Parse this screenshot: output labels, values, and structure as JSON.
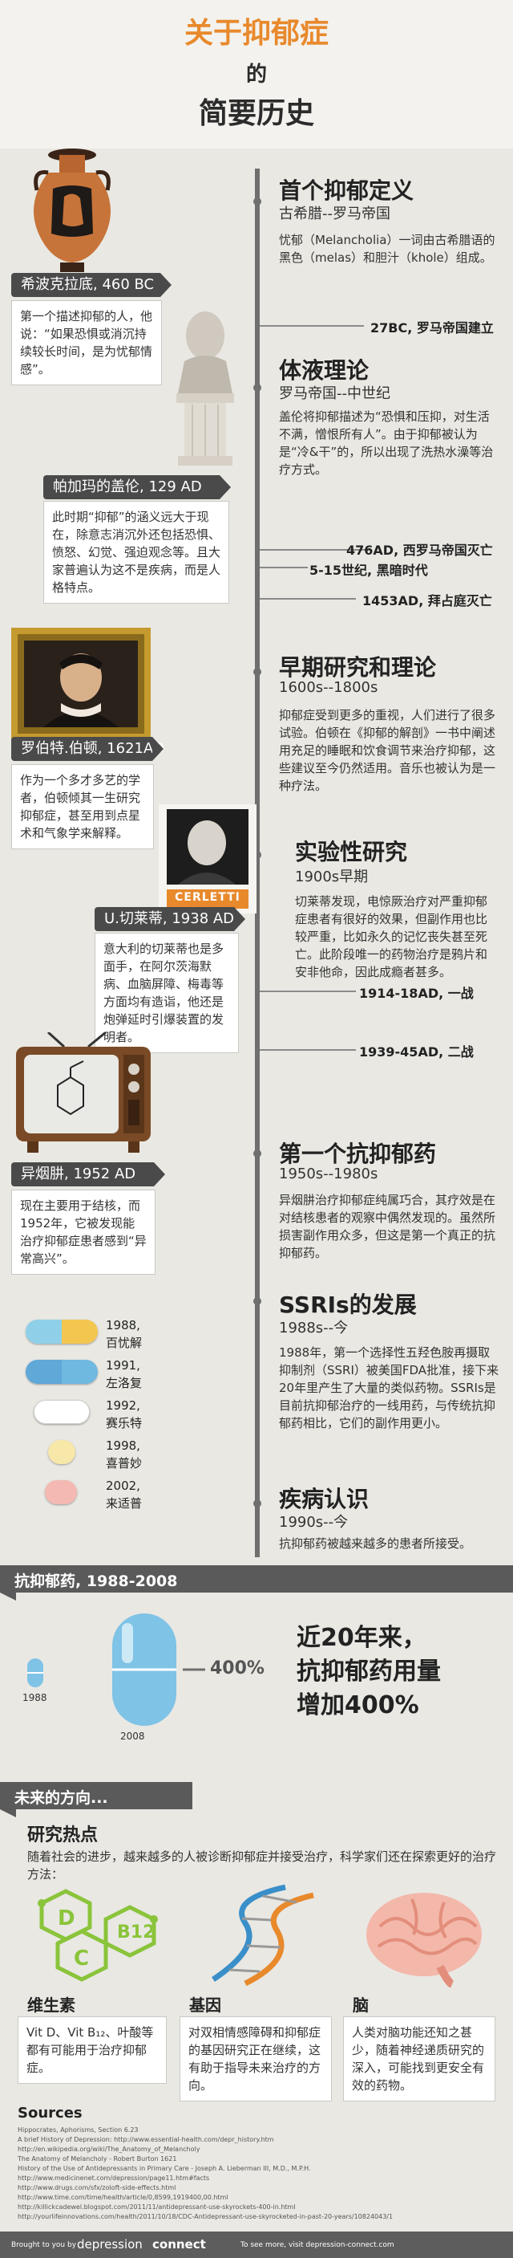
{
  "header": {
    "line1": "关于抑郁症",
    "line2": "的",
    "line3": "简要历史"
  },
  "timeline": {
    "sections": [
      {
        "title": "首个抑郁定义",
        "subtitle": "古希腊--罗马帝国",
        "body": "忧郁（Melancholia）一词由古希腊语的黑色（melas）和胆汁（khole）组成。"
      },
      {
        "title": "体液理论",
        "subtitle": "罗马帝国--中世纪",
        "body": "盖伦将抑郁描述为“恐惧和压抑，对生活不满，憎恨所有人”。由于抑郁被认为是“冷&干”的，所以出现了洗热水澡等治疗方式。"
      },
      {
        "title": "早期研究和理论",
        "subtitle": "1600s--1800s",
        "body": "抑郁症受到更多的重视，人们进行了很多试验。伯顿在《抑郁的解剖》一书中阐述用充足的睡眠和饮食调节来治疗抑郁，这些建议至今仍然适用。音乐也被认为是一种疗法。"
      },
      {
        "title": "实验性研究",
        "subtitle": "1900s早期",
        "body": "切莱蒂发现，电惊厥治疗对严重抑郁症患者有很好的效果，但副作用也比较严重，比如永久的记忆丧失甚至死亡。此阶段唯一的药物治疗是鸦片和安非他命，因此成瘾者甚多。"
      },
      {
        "title": "第一个抗抑郁药",
        "subtitle": "1950s--1980s",
        "body": "异烟肼治疗抑郁症纯属巧合，其疗效是在对结核患者的观察中偶然发现的。虽然所损害副作用众多，但这是第一个真正的抗抑郁药。"
      },
      {
        "title": "SSRIs的发展",
        "subtitle": "1988s--今",
        "body": "1988年，第一个选择性五羟色胺再摄取抑制剂（SSRI）被美国FDA批准，接下来20年里产生了大量的类似药物。SSRIs是目前抗抑郁治疗的一线用药，与传统抗抑郁药相比，它们的副作用更小。"
      },
      {
        "title": "疾病认识",
        "subtitle": "1990s--今",
        "body": "抗抑郁药被越来越多的患者所接受。"
      }
    ],
    "figures": [
      {
        "tag": "希波克拉底, 460 BC",
        "note": "第一个描述抑郁的人，他说：“如果恐惧或消沉持续较长时间，是为忧郁情感”。"
      },
      {
        "tag": "帕加玛的盖伦, 129 AD",
        "note": "此时期“抑郁”的涵义远大于现在，除意志消沉外还包括恐惧、愤怒、幻觉、强迫观念等。且大家普遍认为这不是疾病，而是人格特点。"
      },
      {
        "tag": "罗伯特.伯顿, 1621AD",
        "note": "作为一个多才多艺的学者，伯顿倾其一生研究抑郁症，甚至用到点星术和气象学来解释。"
      },
      {
        "tag": "U.切莱蒂, 1938 AD",
        "note": "意大利的切莱蒂也是多面手，在阿尔茨海默病、血脑屏障、梅毒等方面均有造诣，他还是炮弹延时引爆装置的发明者。"
      },
      {
        "tag": "异烟肼, 1952 AD",
        "note": "现在主要用于结核，而1952年，它被发现能治疗抑郁症患者感到“异常高兴”。"
      }
    ],
    "events": [
      {
        "label": "27BC, 罗马帝国建立"
      },
      {
        "label": "476AD, 西罗马帝国灭亡"
      },
      {
        "label": "5-15世纪, 黑暗时代"
      },
      {
        "label": "1453AD, 拜占庭灭亡"
      },
      {
        "label": "1914-18AD, 一战"
      },
      {
        "label": "1939-45AD, 二战"
      }
    ],
    "cerletti_sign": "CERLETTI",
    "pills": [
      {
        "year": "1988,",
        "name": "百忧解",
        "colors": [
          "#8fd0e8",
          "#f3c64f"
        ]
      },
      {
        "year": "1991,",
        "name": "左洛复",
        "colors": [
          "#5fa8d8",
          "#6fb8e0"
        ]
      },
      {
        "year": "1992,",
        "name": "赛乐特",
        "colors": [
          "#ffffff",
          "#ffffff"
        ]
      },
      {
        "year": "1998,",
        "name": "喜普妙",
        "colors": [
          "#f7e7a8",
          "#f7e7a8"
        ]
      },
      {
        "year": "2002,",
        "name": "来适普",
        "colors": [
          "#f4b9b2",
          "#f4b9b2"
        ]
      }
    ]
  },
  "antidepressants": {
    "band_title": "抗抑郁药, 1988-2008",
    "small_year": "1988",
    "big_year": "2008",
    "growth_percent": "400%",
    "headline": "近20年来，抗抑郁药用量增加400%",
    "headline_lines": [
      "近20年来，",
      "抗抑郁药用量",
      "增加400%"
    ],
    "growth_fraction": 4.0
  },
  "future": {
    "band_title": "未来的方向...",
    "hotspots_title": "研究热点",
    "intro": "随着社会的进步，越来越多的人被诊断抑郁症并接受治疗，科学家们还在探索更好的治疗方法：",
    "vitamin_letters": [
      "D",
      "B12",
      "C"
    ],
    "cards": [
      {
        "title": "维生素",
        "body": "Vit D、Vit B₁₂、叶酸等都有可能用于治疗抑郁症。"
      },
      {
        "title": "基因",
        "body": "对双相情感障碍和抑郁症的基因研究正在继续，这有助于指导未来治疗的方向。"
      },
      {
        "title": "脑",
        "body": "人类对脑功能还知之甚少，随着神经递质研究的深入，可能找到更安全有效的药物。"
      }
    ]
  },
  "sources": {
    "title": "Sources",
    "lines": [
      "Hippocrates, Aphorisms, Section 6.23",
      "A brief History of Depression: http://www.essential-health.com/depr_history.htm",
      "http://en.wikipedia.org/wiki/The_Anatomy_of_Melancholy",
      "The Anatomy of Melancholy - Robert Burton 1621",
      "History of the Use of Antidepressants in Primary Care - Joseph A. Lieberman III, M.D., M.P.H.",
      "http://www.medicinenet.com/depression/page11.htm#facts",
      "http://www.drugs.com/sfx/zoloft-side-effects.html",
      "http://www.time.com/time/health/article/0,8599,1919400,00.html",
      "http://killickcadewel.blogspot.com/2011/11/antidepressant-use-skyrockets-400-in.html",
      "http://yourlifeinnovations.com/health/2011/10/18/CDC-Antidepressant-use-skyrocketed-in-past-20-years/10824043/1"
    ]
  },
  "footer": {
    "brought": "Brought to you by",
    "brand_a": "depression",
    "brand_b": "connect",
    "tail": "To see more, visit depression-connect.com"
  }
}
